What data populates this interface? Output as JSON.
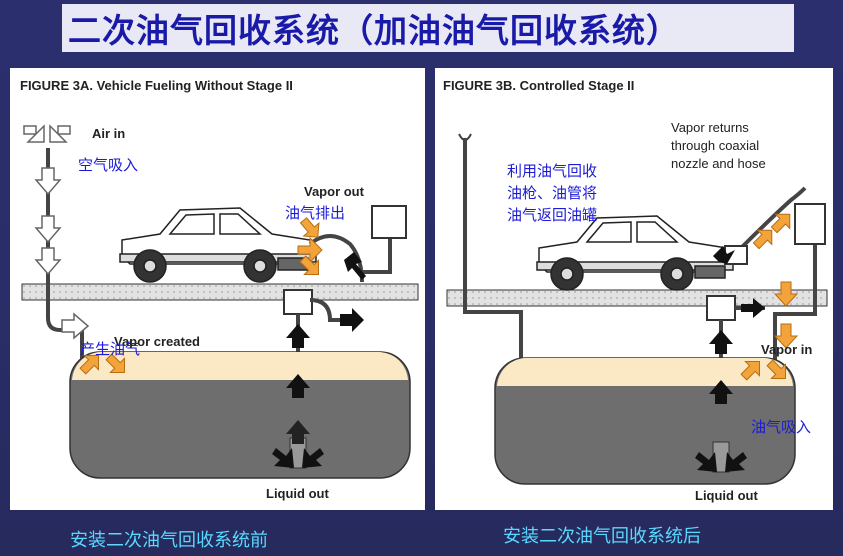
{
  "title": "二次油气回收系统（加油油气回收系统）",
  "panel_a": {
    "figure_title": "FIGURE 3A. Vehicle Fueling Without Stage II",
    "air_in": "Air in",
    "air_in_zh": "空气吸入",
    "vapor_out": "Vapor out",
    "vapor_out_zh": "油气排出",
    "vapor_created": "Vapor created",
    "vapor_created_zh": "产生油气",
    "liquid_out": "Liquid out",
    "caption": "安装二次油气回收系统前"
  },
  "panel_b": {
    "figure_title": "FIGURE 3B. Controlled Stage II",
    "vapor_returns": [
      "Vapor returns",
      "through coaxial",
      "nozzle and hose"
    ],
    "return_zh": [
      "利用油气回收",
      "油枪、油管将",
      "油气返回油罐"
    ],
    "vapor_in": "Vapor in",
    "vapor_in_zh": "油气吸入",
    "liquid_out": "Liquid out",
    "caption": "安装二次油气回收系统后"
  },
  "colors": {
    "background": "#2b2f6e",
    "title": "#1a1aa8",
    "chinese_label": "#1b1bd6",
    "caption": "#5ad8ff",
    "tank_vapor": "#fbe9c6",
    "tank_liquid": "#6e6e6e",
    "vapor_arrow": "#f2a33a"
  }
}
